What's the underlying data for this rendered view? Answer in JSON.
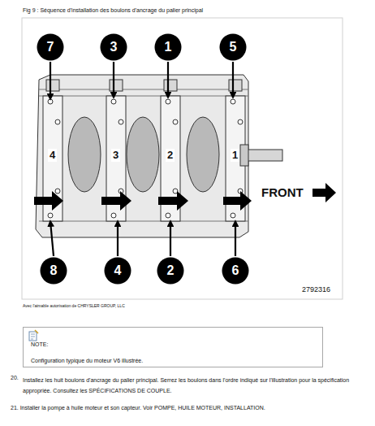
{
  "diagram": {
    "title": "Fig 9 : Séquence d'installation des boulons d'ancrage du palier principal",
    "nodes": [
      {
        "text": [
          "7"
        ]
      },
      {
        "text": [
          "3"
        ]
      },
      {
        "text": [
          "1"
        ]
      },
      {
        "text": [
          "5"
        ]
      },
      {
        "text": [
          "8"
        ]
      },
      {
        "text": [
          "4"
        ]
      },
      {
        "text": [
          "2"
        ]
      },
      {
        "text": [
          "6"
        ]
      },
      {
        "text": [
          "NOTE:",
          "Configuration typique du moteur V6 illustrée."
        ]
      }
    ],
    "labels": [
      "4",
      "3",
      "2",
      "1",
      "FRONT",
      "2792316",
      "Avec l'aimable autorisation de CHRYSLER GROUP, LLC",
      "20.",
      "Installez les huit boulons d'ancrage du palier principal. Serrez les boulons dans l'ordre indiqué sur l'illustration pour la spécification appropriée. Consultez les SPÉCIFICATIONS DE COUPLE.",
      "21. Installer la pompe à huile moteur et son capteur. Voir POMPE, HUILE MOTEUR, INSTALLATION."
    ]
  }
}
